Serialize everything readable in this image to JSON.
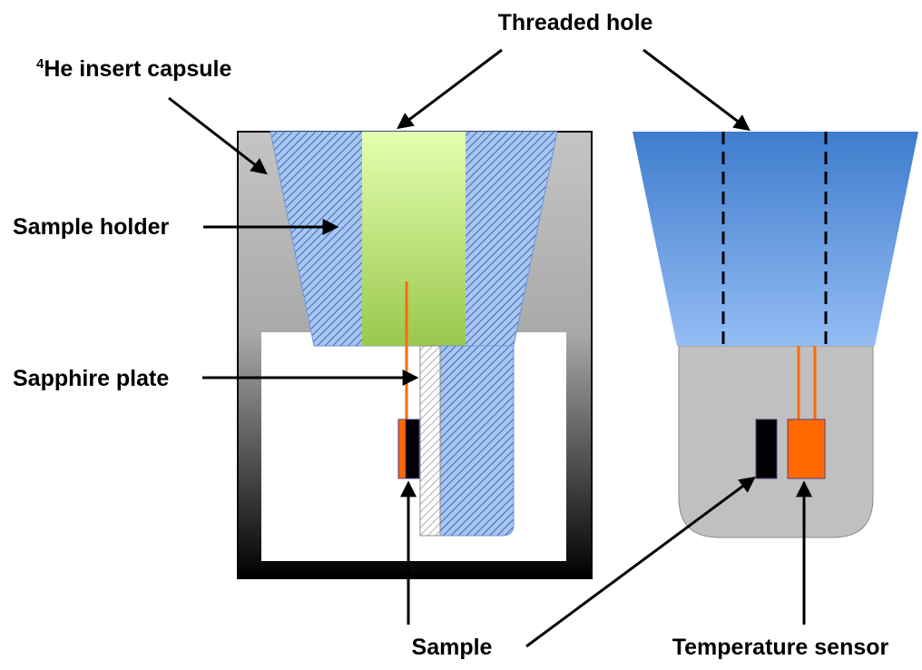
{
  "labels": {
    "threaded_hole": "Threaded hole",
    "he_superscript": "4",
    "he_insert_capsule": "He insert capsule",
    "sample_holder": "Sample holder",
    "sapphire_plate": "Sapphire plate",
    "sample": "Sample",
    "temperature_sensor": "Temperature sensor"
  },
  "colors": {
    "capsule_gradient_top": "#c4c4c4",
    "capsule_gradient_bottom": "#000000",
    "holder_hatch_fill": "#a9c7ef",
    "holder_hatch_line": "#3f6fc4",
    "threaded_insert_top": "#e3ffb0",
    "threaded_insert_bottom": "#9ac84e",
    "sensor_orange": "#ff6a00",
    "sample_black": "#000000",
    "sapphire_hatch": "#9a9a9a",
    "holder_top_gradient_top": "#3e7ccc",
    "holder_top_gradient_bottom": "#95bdf5",
    "holder_base_gray": "#c0c0c0"
  }
}
